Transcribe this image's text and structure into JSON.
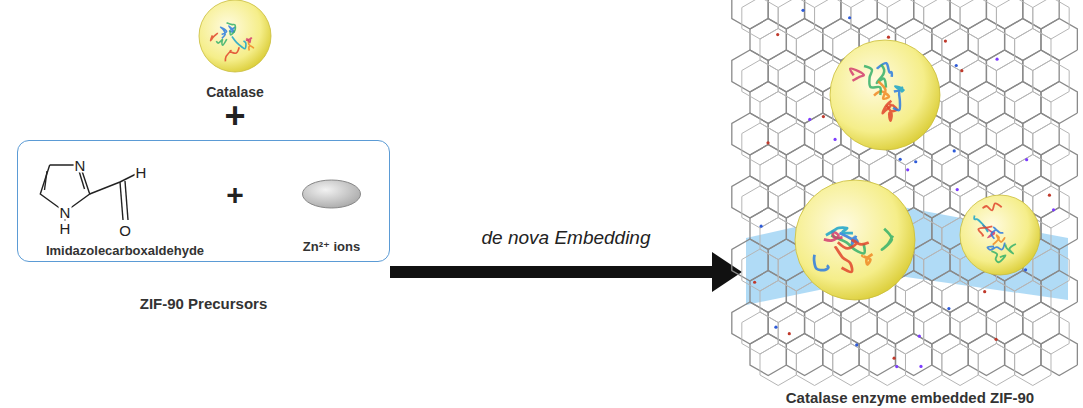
{
  "diagram": {
    "nodes": [
      {
        "text": [
          "Catalase"
        ]
      },
      {
        "text": [
          "ZIF-90 Precursors"
        ]
      },
      {
        "text": [
          "Imidazolecarboxaldehyde"
        ],
        "in": 1
      },
      {
        "text": [
          "Zn²⁺ ions"
        ],
        "in": 1
      },
      {
        "text": [
          "Catalase enzyme embedded ZIF-90"
        ]
      }
    ],
    "edges": [
      {
        "from": 1,
        "to": 4,
        "arrow": "to",
        "label": "de nova Embedding"
      }
    ],
    "labels": [
      "+",
      "N",
      "N",
      "H",
      "H",
      "O",
      "+"
    ]
  }
}
